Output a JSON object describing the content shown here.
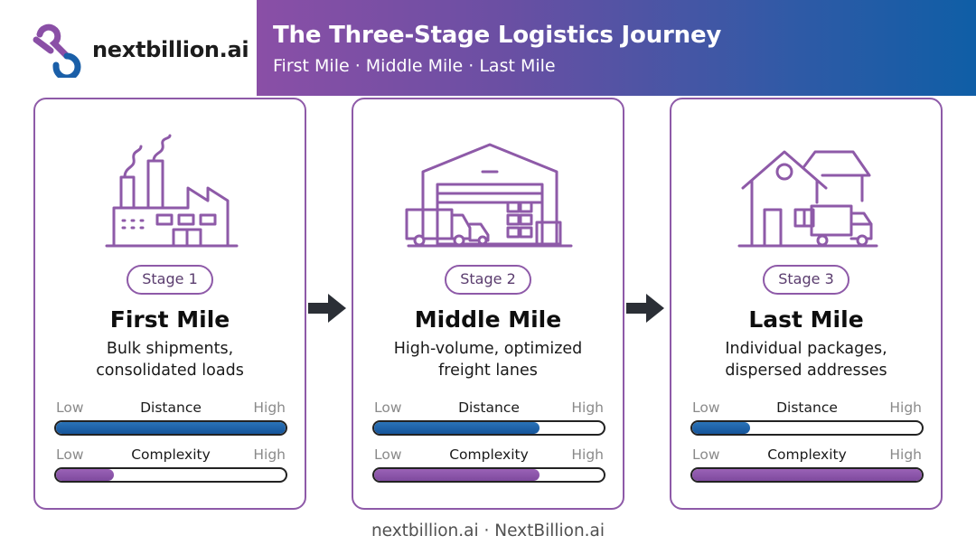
{
  "brand": {
    "logo_text": "nextbillion.ai",
    "colors": {
      "purple": "#8e5aa8",
      "blue": "#15549a",
      "header_start": "#8a4fa6",
      "header_end": "#0f5ea6"
    }
  },
  "header": {
    "title": "The Three-Stage Logistics Journey",
    "subtitle": "First Mile · Middle Mile · Last Mile"
  },
  "stages": [
    {
      "pill": "Stage 1",
      "name": "First Mile",
      "desc_line1": "Bulk shipments,",
      "desc_line2": "consolidated loads",
      "illustration": "factory-icon",
      "distance": {
        "low": "Low",
        "label": "Distance",
        "high": "High",
        "level": 1.0
      },
      "complexity": {
        "low": "Low",
        "label": "Complexity",
        "high": "High",
        "level": 0.25
      }
    },
    {
      "pill": "Stage 2",
      "name": "Middle Mile",
      "desc_line1": "High-volume, optimized",
      "desc_line2": "freight lanes",
      "illustration": "warehouse-icon",
      "distance": {
        "low": "Low",
        "label": "Distance",
        "high": "High",
        "level": 0.72
      },
      "complexity": {
        "low": "Low",
        "label": "Complexity",
        "high": "High",
        "level": 0.72
      }
    },
    {
      "pill": "Stage 3",
      "name": "Last Mile",
      "desc_line1": "Individual packages,",
      "desc_line2": "dispersed addresses",
      "illustration": "house-delivery-icon",
      "distance": {
        "low": "Low",
        "label": "Distance",
        "high": "High",
        "level": 0.25
      },
      "complexity": {
        "low": "Low",
        "label": "Complexity",
        "high": "High",
        "level": 1.0
      }
    }
  ],
  "arrow_icon": "arrow-right-icon",
  "footer": "nextbillion.ai · NextBillion.ai"
}
